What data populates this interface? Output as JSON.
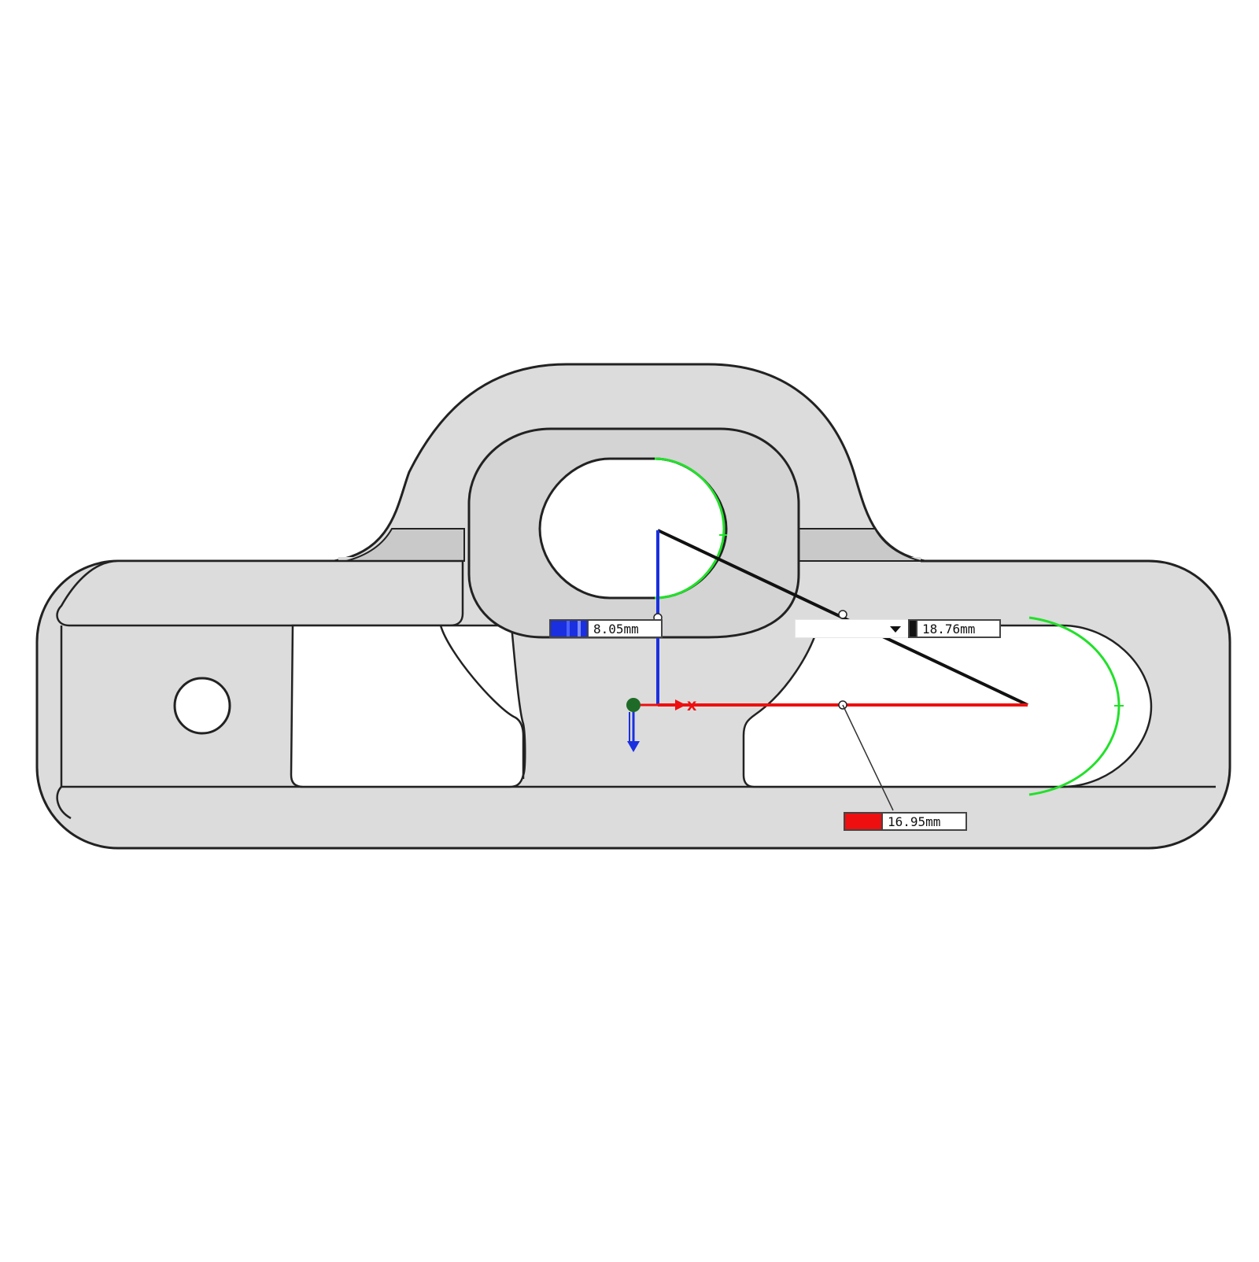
{
  "dimensions": {
    "x_distance": {
      "value": "16.95mm",
      "axis_color": "#ee0f10"
    },
    "z_distance": {
      "value": "8.05mm",
      "axis_color": "#1a2fe0"
    },
    "total_distance": {
      "value": "18.76mm",
      "axis_color": "#111111"
    }
  },
  "gizmo": {
    "x_label": "X"
  },
  "colors": {
    "part_fill": "#dcdcdc",
    "part_stroke": "#222222",
    "slot_fill": "#ffffff",
    "snap_arc": "#22e02a",
    "x_axis": "#ee0f10",
    "z_axis": "#1a2fe0",
    "measure_line": "#111111",
    "origin": "#1e6b28"
  },
  "icons": [
    "dropdown-arrow-icon",
    "origin-gizmo-icon"
  ]
}
